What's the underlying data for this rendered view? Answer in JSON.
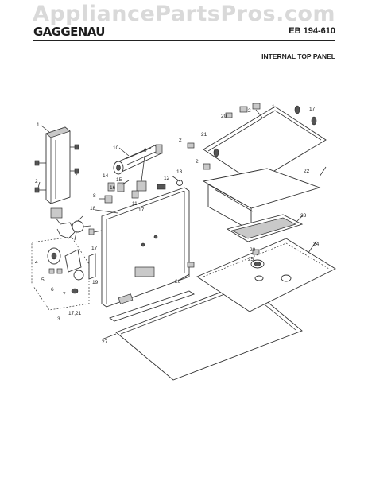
{
  "header": {
    "watermark": "AppliancePartsPros.com",
    "brand": "GAGGENAU",
    "model": "EB 194-610",
    "subtitle": "INTERNAL TOP PANEL"
  },
  "callouts": [
    "1",
    "2",
    "2",
    "10",
    "9",
    "14",
    "15",
    "16",
    "8",
    "12",
    "13",
    "11",
    "17",
    "18",
    "4",
    "5",
    "6",
    "7",
    "3",
    "17",
    "19",
    "17,21",
    "2",
    "20",
    "2",
    "1",
    "17",
    "21",
    "2",
    "22",
    "23",
    "24",
    "20",
    "25",
    "26",
    "27"
  ]
}
